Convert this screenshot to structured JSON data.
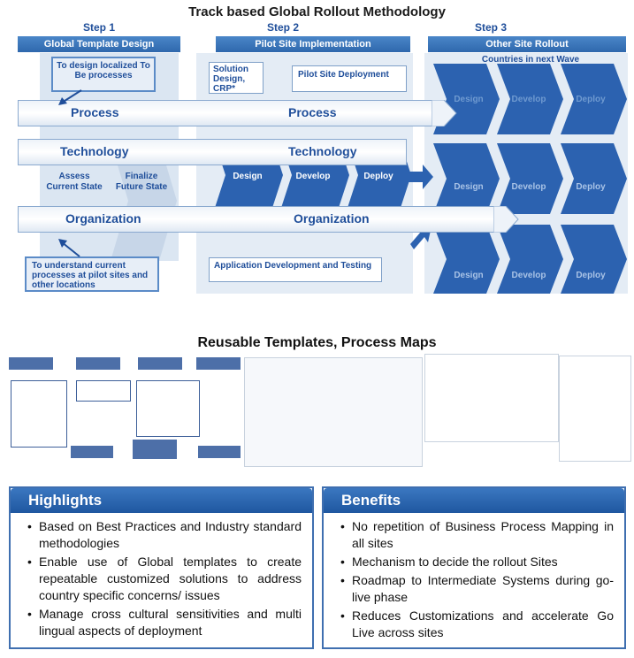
{
  "title": "Track based Global Rollout Methodology",
  "steps": [
    {
      "label": "Step 1",
      "header": "Global Template Design"
    },
    {
      "label": "Step 2",
      "header": "Pilot Site Implementation"
    },
    {
      "label": "Step 3",
      "header": "Other Site Rollout"
    }
  ],
  "notes": {
    "design_localized": "To design localized To Be processes",
    "solution_design": "Solution Design, CRP*",
    "pilot_deployment": "Pilot Site Deployment",
    "countries_next_wave": "Countries in next Wave",
    "understand_current": "To understand current processes at pilot sites and other locations",
    "app_dev": "Application Development and Testing"
  },
  "tracks": {
    "process": "Process",
    "technology": "Technology",
    "organization": "Organization"
  },
  "phases": {
    "assess": "Assess Current State",
    "finalize": "Finalize Future State",
    "design": "Design",
    "develop": "Develop",
    "deploy": "Deploy"
  },
  "subtitle": "Reusable Templates, Process Maps",
  "highlights": {
    "title": "Highlights",
    "items": [
      "Based on Best Practices and Industry standard methodologies",
      "Enable use of Global templates to create repeatable customized solutions to address country specific concerns/ issues",
      "Manage cross cultural sensitivities and multi lingual aspects of deployment"
    ]
  },
  "benefits": {
    "title": "Benefits",
    "items": [
      "No repetition of Business Process Mapping in all sites",
      "Mechanism to decide the rollout Sites",
      "Roadmap to Intermediate Systems during go-live phase",
      "Reduces Customizations and accelerate Go Live across sites"
    ]
  },
  "icons": {
    "bullet": "bullet-dot-icon",
    "arrow": "flow-arrow-icon"
  },
  "colors": {
    "accent": "#1f4e9a",
    "header": "#3b77c0",
    "panel": "#dbe6f2"
  }
}
